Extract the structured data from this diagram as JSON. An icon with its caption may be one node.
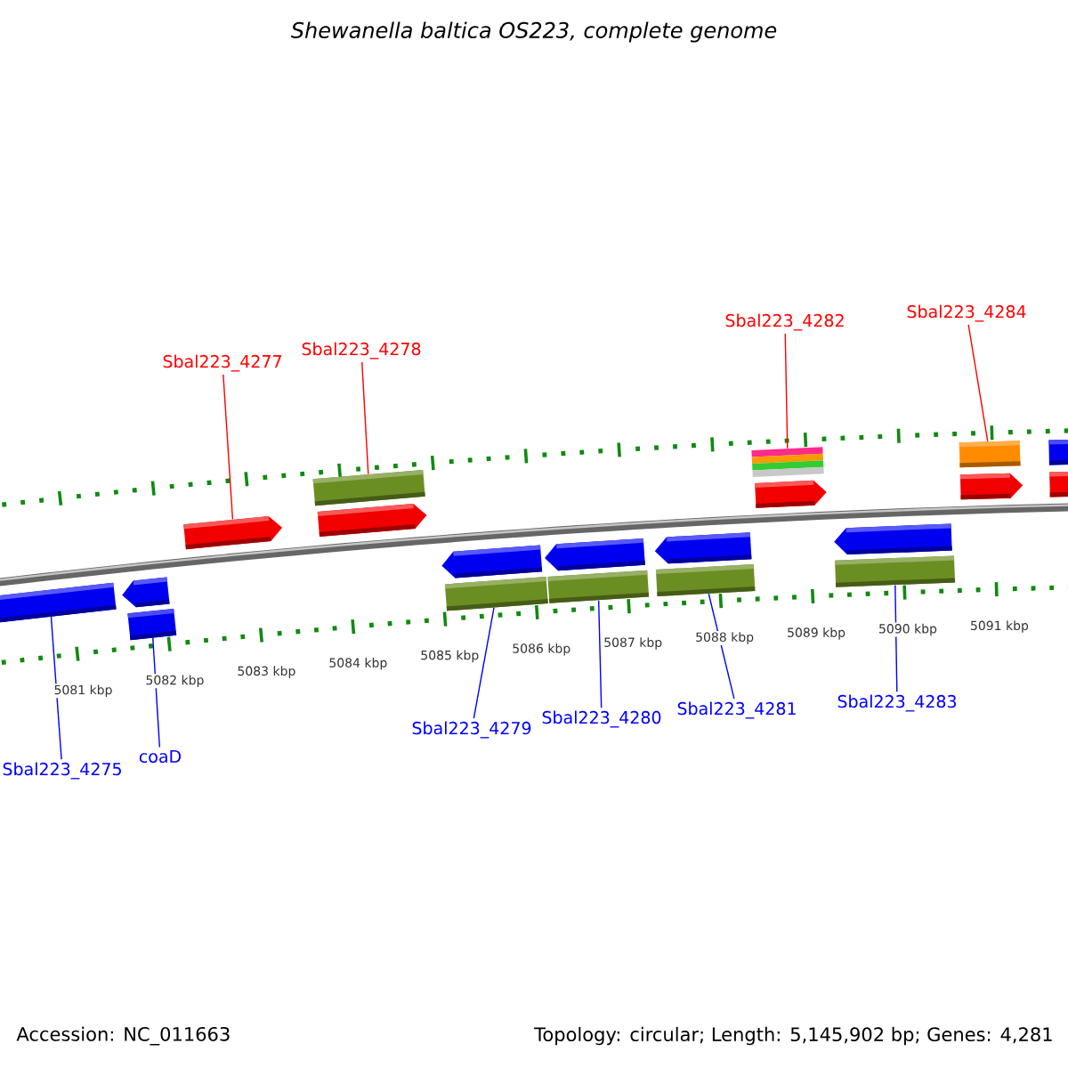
{
  "diagram": {
    "title": "Shewanella baltica OS223, complete genome",
    "nodes": [
      {
        "text": [
          "Sbal223_4277"
        ]
      },
      {
        "text": [
          "Sbal223_4278"
        ]
      },
      {
        "text": [
          "Sbal223_4282"
        ]
      },
      {
        "text": [
          "Sbal223_4284"
        ]
      },
      {
        "text": [
          "Sbal223_4275"
        ]
      },
      {
        "text": [
          "coaD"
        ]
      },
      {
        "text": [
          "Sbal223_4279"
        ]
      },
      {
        "text": [
          "Sbal223_4280"
        ]
      },
      {
        "text": [
          "Sbal223_4281"
        ]
      },
      {
        "text": [
          "Sbal223_4283"
        ]
      },
      {
        "text": [],
        "shape": "arrow"
      },
      {
        "text": [],
        "shape": "arrow"
      },
      {
        "text": [],
        "shape": "bar"
      },
      {
        "text": [],
        "shape": "arrow"
      },
      {
        "text": [],
        "shape": "bar"
      },
      {
        "text": [],
        "shape": "arrow"
      },
      {
        "text": [],
        "shape": "arrow"
      },
      {
        "text": [],
        "shape": "bar"
      },
      {
        "text": [],
        "shape": "arrow"
      },
      {
        "text": [],
        "shape": "bar"
      },
      {
        "text": [],
        "shape": "arrow"
      },
      {
        "text": [],
        "shape": "bar"
      },
      {
        "text": [],
        "shape": "bar"
      },
      {
        "text": [],
        "shape": "arrow"
      },
      {
        "text": [],
        "shape": "arrow"
      },
      {
        "text": [],
        "shape": "bar"
      },
      {
        "text": [],
        "shape": "bar"
      },
      {
        "text": [],
        "shape": "arrow"
      },
      {
        "text": [],
        "shape": "bar"
      },
      {
        "text": [],
        "shape": "arrow"
      }
    ],
    "edges": [
      {
        "from": 0,
        "to": 13,
        "arrow": "none",
        "color": "#ff0000"
      },
      {
        "from": 1,
        "to": 14,
        "arrow": "none",
        "color": "#ff0000"
      },
      {
        "from": 2,
        "to": 22,
        "arrow": "none",
        "color": "#ff0000"
      },
      {
        "from": 3,
        "to": 26,
        "arrow": "none",
        "color": "#ff0000"
      },
      {
        "from": 4,
        "to": 10,
        "arrow": "none"
      },
      {
        "from": 5,
        "to": 12,
        "arrow": "none"
      },
      {
        "from": 6,
        "to": 17,
        "arrow": "none"
      },
      {
        "from": 7,
        "to": 19,
        "arrow": "none"
      },
      {
        "from": 8,
        "to": 21,
        "arrow": "none"
      },
      {
        "from": 9,
        "to": 25,
        "arrow": "none"
      }
    ],
    "labels": [
      "5081 kbp",
      "5082 kbp",
      "5083 kbp",
      "5084 kbp",
      "5085 kbp",
      "5086 kbp",
      "5087 kbp",
      "5088 kbp",
      "5089 kbp",
      "5090 kbp",
      "5091 kbp",
      "Accession: NC_011663",
      "Topology: circular; Length: 5,145,902 bp; Genes: 4,281"
    ]
  }
}
